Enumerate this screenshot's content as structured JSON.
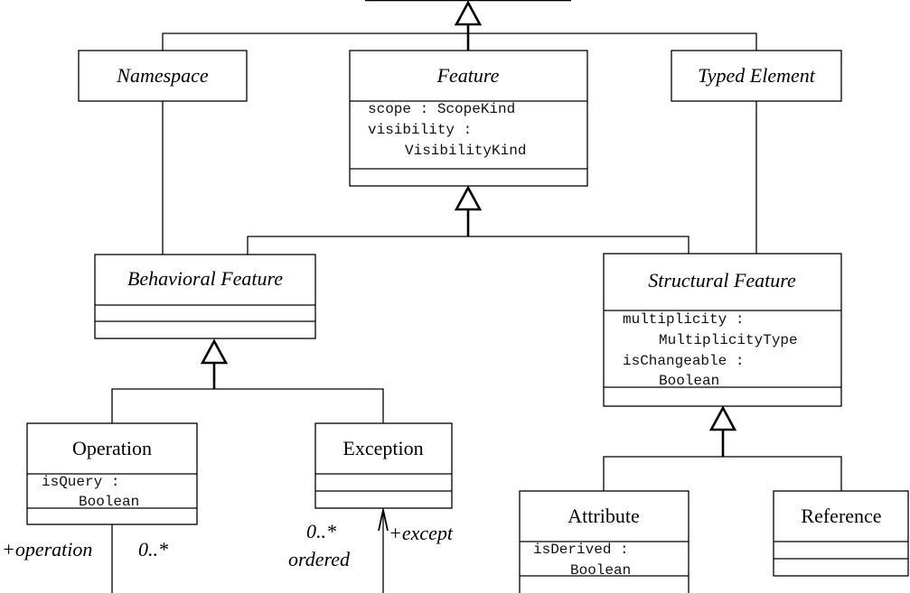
{
  "diagram": {
    "type": "UML class diagram",
    "classes": {
      "namespace": {
        "name": "Namespace",
        "abstract": true
      },
      "feature": {
        "name": "Feature",
        "abstract": true,
        "attributes": [
          "scope : ScopeKind",
          "visibility :",
          "VisibilityKind"
        ]
      },
      "typed_element": {
        "name": "Typed Element",
        "abstract": true
      },
      "behavioral_feature": {
        "name": "Behavioral Feature",
        "abstract": true
      },
      "structural_feature": {
        "name": "Structural Feature",
        "abstract": true,
        "attributes": [
          "multiplicity :",
          "MultiplicityType",
          "isChangeable :",
          "Boolean"
        ]
      },
      "operation": {
        "name": "Operation",
        "abstract": false,
        "attributes": [
          "isQuery :",
          "Boolean"
        ]
      },
      "exception": {
        "name": "Exception",
        "abstract": false
      },
      "attribute": {
        "name": "Attribute",
        "abstract": false,
        "attributes": [
          "isDerived :",
          "Boolean"
        ]
      },
      "reference": {
        "name": "Reference",
        "abstract": false
      }
    },
    "association": {
      "operation_role": "+operation",
      "operation_multiplicity": "0..*",
      "exception_multiplicity": "0..*",
      "exception_ordering": "ordered",
      "exception_role": "+except"
    },
    "generalizations": [
      {
        "parent": "(off-screen superclass)",
        "children": [
          "Namespace",
          "Feature",
          "Typed Element"
        ]
      },
      {
        "parent": "Feature",
        "children": [
          "Behavioral Feature",
          "Structural Feature"
        ]
      },
      {
        "parent": "Behavioral Feature",
        "children": [
          "Operation",
          "Exception"
        ]
      },
      {
        "parent": "Structural Feature",
        "children": [
          "Attribute",
          "Reference"
        ]
      }
    ]
  }
}
